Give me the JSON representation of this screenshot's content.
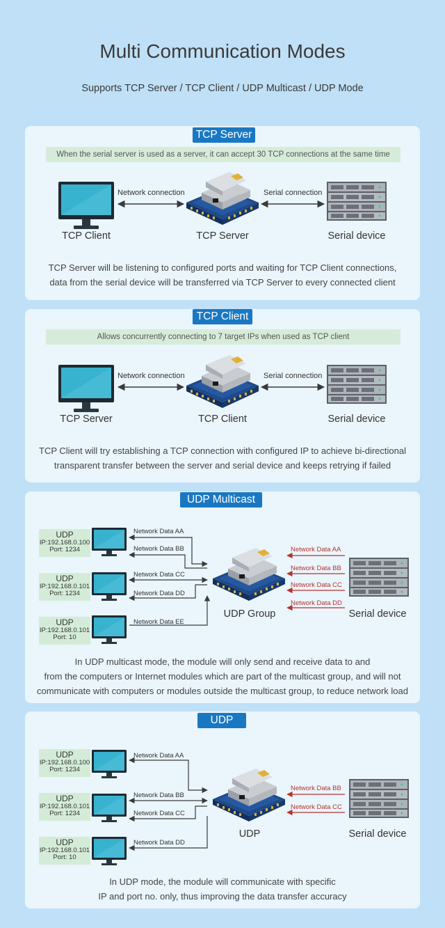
{
  "header": {
    "title": "Multi Communication Modes",
    "subtitle": "Supports TCP Server / TCP Client / UDP Multicast / UDP Mode"
  },
  "tcp_server": {
    "title": "TCP Server",
    "highlight": "When the serial server is used as a server, it can accept 30 TCP connections at the same time",
    "network_label": "Network connection",
    "serial_label": "Serial connection",
    "left_device": "TCP Client",
    "center_device": "TCP Server",
    "right_device": "Serial device",
    "desc_line1": "TCP Server will be listening to configured ports and waiting for TCP Client connections,",
    "desc_line2": "data from the serial device will be transferred via TCP Server to every connected client"
  },
  "tcp_client": {
    "title": "TCP Client",
    "highlight": "Allows concurrently connecting to 7 target IPs when used as TCP client",
    "network_label": "Network connection",
    "serial_label": "Serial connection",
    "left_device": "TCP Server",
    "center_device": "TCP Client",
    "right_device": "Serial device",
    "desc_line1": "TCP Client will try establishing a TCP connection with configured IP to achieve bi-directional",
    "desc_line2": "transparent transfer between the server and serial device and keeps retrying if failed"
  },
  "udp_multicast": {
    "title": "UDP Multicast",
    "hosts": [
      {
        "label": "UDP",
        "ip": "IP:192.168.0.100",
        "port": "Port:  1234"
      },
      {
        "label": "UDP",
        "ip": "IP:192.168.0.101",
        "port": "Port:  1234"
      },
      {
        "label": "UDP",
        "ip": "IP:192.168.0.101",
        "port": "Port:  10"
      }
    ],
    "net_labels": [
      "Network Data AA",
      "Network Data BB",
      "Network Data CC",
      "Network Data DD",
      "Network Data EE"
    ],
    "serial_labels": [
      "Network Data AA",
      "Network Data BB",
      "Network Data CC",
      "Network Data DD"
    ],
    "center_device": "UDP Group",
    "right_device": "Serial device",
    "desc_line1": "In UDP multicast mode, the module will only send and receive data to and",
    "desc_line2": "from the computers or Internet modules which are part of the multicast group, and will not",
    "desc_line3": "communicate with computers or modules outside the multicast group, to reduce network load"
  },
  "udp": {
    "title": "UDP",
    "hosts": [
      {
        "label": "UDP",
        "ip": "IP:192.168.0.100",
        "port": "Port:  1234"
      },
      {
        "label": "UDP",
        "ip": "IP:192.168.0.101",
        "port": "Port:  1234"
      },
      {
        "label": "UDP",
        "ip": "IP:192.168.0.101",
        "port": "Port:  10"
      }
    ],
    "net_labels": [
      "Network Data AA",
      "Network Data BB",
      "Network Data CC",
      "Network Data DD"
    ],
    "serial_labels": [
      "Network Data BB",
      "Network Data CC"
    ],
    "center_device": "UDP",
    "right_device": "Serial device",
    "desc_line1": "In UDP mode, the module will communicate with specific",
    "desc_line2": "IP and port no. only, thus improving the data transfer accuracy"
  },
  "colors": {
    "background": "#bfe0f6",
    "panel": "#eaf5fc",
    "title_pill": "#1a78c2",
    "highlight": "#d6ecd9",
    "arrow_network": "#3a3a3a",
    "arrow_serial": "#b5332e",
    "monitor_screen": "#38b3cf"
  },
  "icons": [
    "monitor-icon",
    "module-icon",
    "server-rack-icon"
  ]
}
